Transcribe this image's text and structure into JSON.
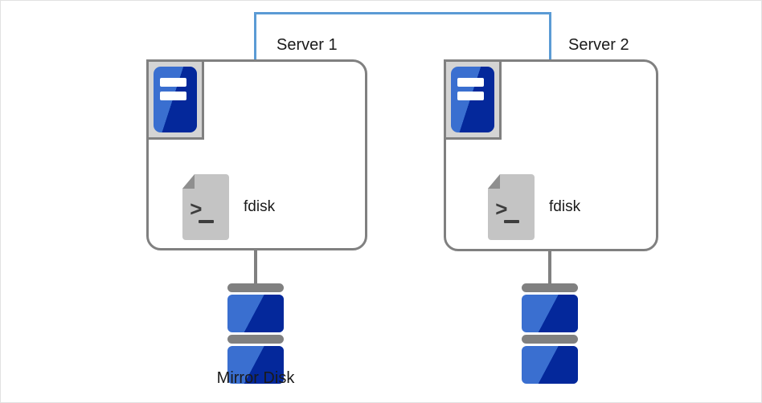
{
  "diagram": {
    "title": "Mirror disk configuration with two servers",
    "colors": {
      "link_line": "#5b9bd5",
      "box_border": "#808080",
      "icon_blue_light": "#3a6fd0",
      "icon_blue_dark": "#04289b",
      "icon_gray": "#c4c4c4",
      "page_background": "#ffffff"
    },
    "servers": [
      {
        "label": "Server 1",
        "badge_icon": "server-rack-icon",
        "tool": {
          "icon": "script-terminal-icon",
          "label": "fdisk"
        },
        "disk": {
          "icon": "disk-stack-icon",
          "caption": "Mirror Disk",
          "platters": 2
        }
      },
      {
        "label": "Server 2",
        "badge_icon": "server-rack-icon",
        "tool": {
          "icon": "script-terminal-icon",
          "label": "fdisk"
        },
        "disk": {
          "icon": "disk-stack-icon",
          "caption": "",
          "platters": 2
        }
      }
    ],
    "interconnect": {
      "name": "server-interconnect-link",
      "style": "bracket"
    }
  }
}
